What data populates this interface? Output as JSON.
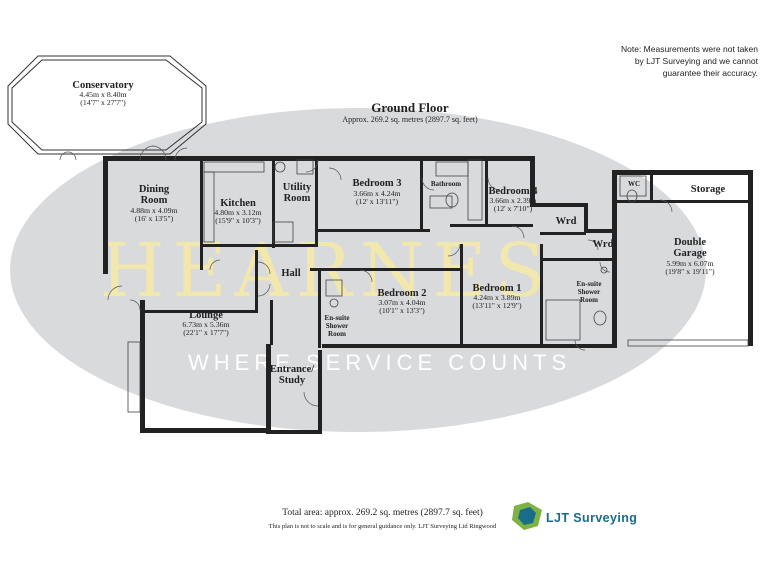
{
  "note": {
    "line1": "Note: Measurements were not taken",
    "line2": "by LJT Surveying and we cannot",
    "line3": "guarantee their accuracy."
  },
  "floor": {
    "title": "Ground Floor",
    "area": "Approx. 269.2 sq. metres (2897.7 sq. feet)"
  },
  "watermark": {
    "name": "HEARNES",
    "tagline": "WHERE SERVICE COUNTS"
  },
  "rooms": {
    "conservatory": {
      "name": "Conservatory",
      "metric": "4.45m x 8.40m",
      "imperial": "(14'7\" x 27'7\")"
    },
    "dining": {
      "name_1": "Dining",
      "name_2": "Room",
      "metric": "4.88m x 4.09m",
      "imperial": "(16' x 13'5\")"
    },
    "kitchen": {
      "name": "Kitchen",
      "metric": "4.80m x 3.12m",
      "imperial": "(15'9\" x 10'3\")"
    },
    "utility": {
      "name_1": "Utility",
      "name_2": "Room"
    },
    "bedroom3": {
      "name": "Bedroom 3",
      "metric": "3.66m x 4.24m",
      "imperial": "(12' x 13'11\")"
    },
    "bathroom": {
      "name": "Bathroom"
    },
    "bedroom4": {
      "name": "Bedroom 4",
      "metric": "3.66m x 2.39m",
      "imperial": "(12' x 7'10\")"
    },
    "wc": {
      "name": "WC"
    },
    "storage": {
      "name": "Storage"
    },
    "garage": {
      "name_1": "Double",
      "name_2": "Garage",
      "metric": "5.99m x 6.07m",
      "imperial": "(19'8\" x 19'11\")"
    },
    "wrd1": {
      "name": "Wrd"
    },
    "wrd2": {
      "name": "Wrd"
    },
    "ensuite_right": {
      "name_1": "En-suite",
      "name_2": "Shower",
      "name_3": "Room"
    },
    "hall": {
      "name": "Hall"
    },
    "bedroom2": {
      "name": "Bedroom 2",
      "metric": "3.07m x 4.04m",
      "imperial": "(10'1\" x 13'3\")"
    },
    "bedroom1": {
      "name": "Bedroom 1",
      "metric": "4.24m x 3.89m",
      "imperial": "(13'11\" x 12'9\")"
    },
    "ensuite_left": {
      "name_1": "En-suite",
      "name_2": "Shower",
      "name_3": "Room"
    },
    "lounge": {
      "name": "Lounge",
      "metric": "6.73m x 5.36m",
      "imperial": "(22'1\" x 17'7\")"
    },
    "entrance": {
      "name_1": "Entrance/",
      "name_2": "Study"
    }
  },
  "footer": {
    "total": "Total area: approx. 269.2 sq. metres (2897.7 sq. feet)",
    "disclaimer": "This plan is not to scale and is for general guidance only. LJT Surveying Ltd Ringwood"
  },
  "logo": {
    "text": "LJT Surveying",
    "colors": {
      "green": "#7cb342",
      "teal": "#1a6d8a"
    }
  }
}
